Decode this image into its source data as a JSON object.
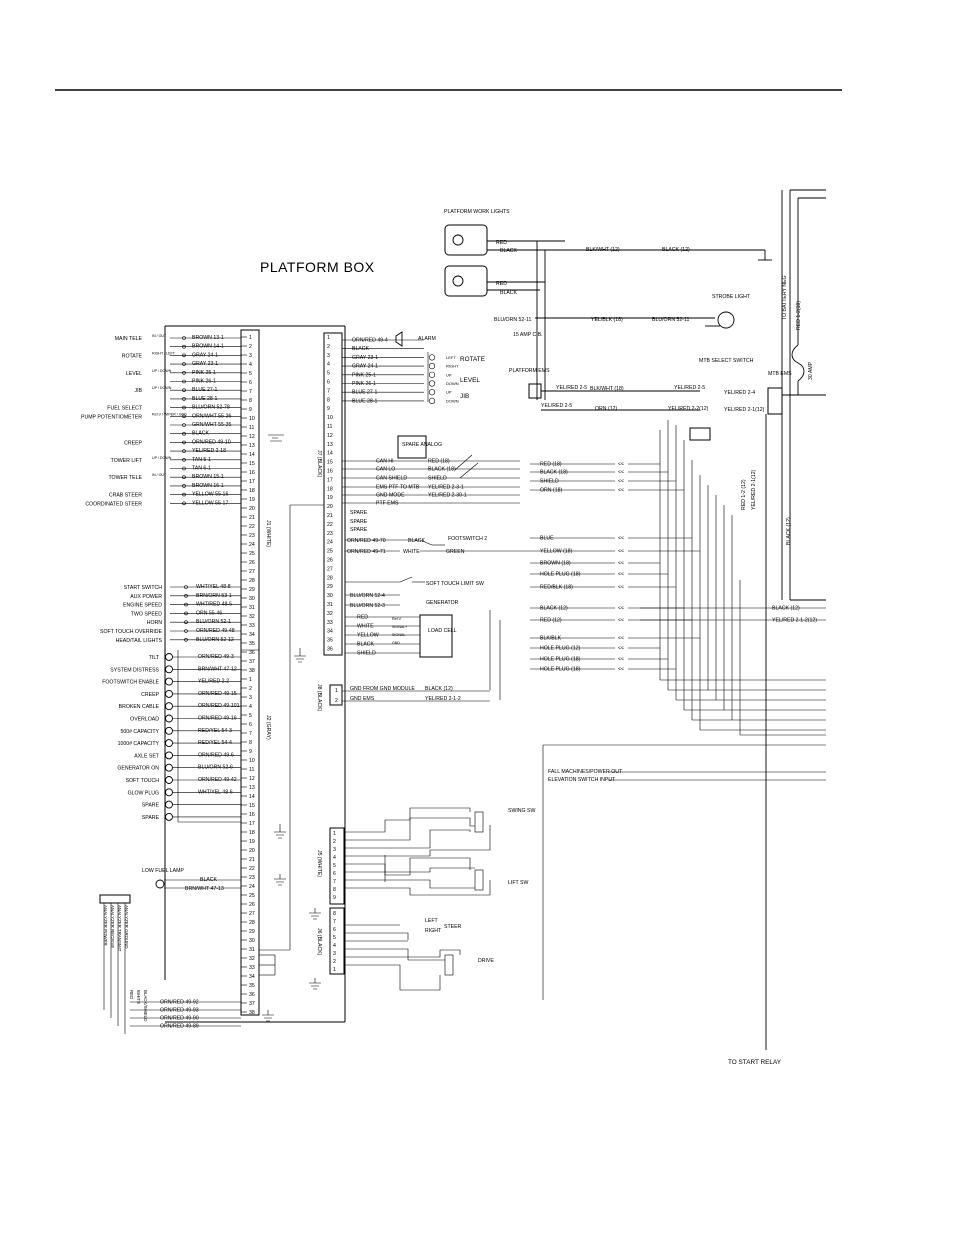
{
  "diagram": {
    "title": "PLATFORM BOX",
    "connectors": {
      "j1": "J1 (WHITE)",
      "j2": "J2 (GRAY)",
      "j7": "J7 (BLACK)",
      "j8": "J8 (BLACK)",
      "j5": "J5 (WHITE)",
      "j6": "J6 (BLACK)"
    },
    "j1_controls": [
      {
        "label": "MAIN TELE",
        "sub": "IN / OUT",
        "wire": "BROWN 13-1"
      },
      {
        "label": "",
        "sub": "",
        "wire": "BROWN 14-1"
      },
      {
        "label": "ROTATE",
        "sub": "RIGHT / LEFT",
        "wire": "GRAY 24-1"
      },
      {
        "label": "",
        "sub": "",
        "wire": "GRAY 23-1"
      },
      {
        "label": "LEVEL",
        "sub": "UP / DOWN",
        "wire": "PINK 25-1"
      },
      {
        "label": "",
        "sub": "",
        "wire": "PINK 26-1"
      },
      {
        "label": "JIB",
        "sub": "UP / DOWN",
        "wire": "BLUE 27-1"
      },
      {
        "label": "",
        "sub": "",
        "wire": "BLUE 28-1"
      },
      {
        "label": "FUEL SELECT",
        "sub": "",
        "wire": "BLU/ORN 52-78"
      },
      {
        "label": "PUMP POTENTIOMETER",
        "sub": "Ref.V / WIPER / GND",
        "wire": "ORN/WHT 55-36"
      },
      {
        "label": "",
        "sub": "",
        "wire": "GRN/WHT 55-35"
      },
      {
        "label": "",
        "sub": "",
        "wire": "BLACK"
      },
      {
        "label": "CREEP",
        "sub": "",
        "wire": "ORN/RED 49-10"
      },
      {
        "label": "",
        "sub": "",
        "wire": "YEL/RED 2-18"
      },
      {
        "label": "TOWER LIFT",
        "sub": "UP / DOWN",
        "wire": "TAN 5-1"
      },
      {
        "label": "",
        "sub": "",
        "wire": "TAN 6-1"
      },
      {
        "label": "TOWER TELE",
        "sub": "IN / OUT",
        "wire": "BROWN 15-1"
      },
      {
        "label": "",
        "sub": "",
        "wire": "BROWN 16-1"
      },
      {
        "label": "CRAB STEER",
        "sub": "",
        "wire": "YELLOW 55-16"
      },
      {
        "label": "COORDINATED STEER",
        "sub": "",
        "wire": "YELLOW 55-17"
      }
    ],
    "j1_lower": [
      {
        "label": "START SWITCH",
        "wire": "WHT/YEL 48-8"
      },
      {
        "label": "AUX POWER",
        "wire": "BRN/ORN 53-1"
      },
      {
        "label": "ENGINE SPEED",
        "wire": "WHT/RED 48-5"
      },
      {
        "label": "TWO SPEED",
        "wire": "ORN 55-46"
      },
      {
        "label": "HORN",
        "wire": "BLU/ORN 52-1"
      },
      {
        "label": "SOFT TOUCH OVERRIDE",
        "wire": "ORN/RED 49-48"
      },
      {
        "label": "HEAD/TAIL LIGHTS",
        "wire": "BLU/ORN 52-12"
      }
    ],
    "j2_lamps": [
      {
        "label": "TILT",
        "wire": "ORN/RED 49-3"
      },
      {
        "label": "SYSTEM DISTRESS",
        "wire": "BRN/WHT 47-12"
      },
      {
        "label": "FOOTSWITCH ENABLE",
        "wire": "YEL/RED 2-2"
      },
      {
        "label": "CREEP",
        "wire": "ORN/RED 49-15"
      },
      {
        "label": "BROKEN CABLE",
        "wire": "ORN/RED 49-101"
      },
      {
        "label": "OVERLOAD",
        "wire": "ORN/RED 49-16"
      },
      {
        "label": "500# CAPACITY",
        "wire": "RED/YEL 54-3"
      },
      {
        "label": "1000# CAPACITY",
        "wire": "RED/YEL 54-4"
      },
      {
        "label": "AXLE SET",
        "wire": "ORN/RED 49-6"
      },
      {
        "label": "GENERATOR ON",
        "wire": "BLU/ORN 52-6"
      },
      {
        "label": "SOFT TOUCH",
        "wire": "ORN/RED 49-42"
      },
      {
        "label": "GLOW PLUG",
        "wire": "WHT/YEL 48-6"
      },
      {
        "label": "SPARE",
        "wire": ""
      },
      {
        "label": "SPARE",
        "wire": ""
      }
    ],
    "j7_left": [
      {
        "wire": "ORN/RED 49-4",
        "to": "ALARM"
      },
      {
        "wire": "BLACK",
        "to": ""
      },
      {
        "wire": "GRAY 23-1",
        "to": "LEFT"
      },
      {
        "wire": "GRAY 24-1",
        "to": "RIGHT"
      },
      {
        "wire": "PINK 25-1",
        "to": "UP"
      },
      {
        "wire": "PINK 26-1",
        "to": "DOWN"
      },
      {
        "wire": "BLUE 27-1",
        "to": "UP"
      },
      {
        "wire": "BLUE 28-1",
        "to": "DOWN"
      }
    ],
    "valve_labels": {
      "rotate": "ROTATE",
      "level": "LEVEL",
      "jib": "JIB",
      "alarm": "ALARM"
    },
    "j7_right": [
      {
        "label": "CAN HI",
        "wire": "RED (18)"
      },
      {
        "label": "CAN LO",
        "wire": "BLACK (18)"
      },
      {
        "label": "CAN SHIELD",
        "wire": "SHIELD"
      },
      {
        "label": "EMS PTF TO MTB",
        "wire": "YEL/RED 2-3-1"
      },
      {
        "label": "GND MODE",
        "wire": "YEL/RED 2-30-1"
      },
      {
        "label": "PTF EMS",
        "wire": ""
      }
    ],
    "spare_analog": "SPARE ANALOG",
    "spare": "SPARE",
    "footswitch": {
      "wire1": "ORN/RED 49-70",
      "wire2": "ORN/RED 49-71",
      "c1": "BLACK",
      "c2": "WHITE",
      "label": "FOOTSWITCH 2",
      "green": "GREEN"
    },
    "soft_touch_limit": "SOFT TOUCH LIMIT SW",
    "generator": {
      "label": "GENERATOR",
      "w1": "BLU/ORN 52-4",
      "w2": "BLU/ORN 52-3"
    },
    "load_cell": {
      "label": "LOAD CELL",
      "wires": [
        "RED",
        "WHITE",
        "YELLOW",
        "BLACK",
        "SHIELD"
      ],
      "sig": [
        "Ref.V",
        "SIGNAL+",
        "SIGNAL-",
        "GND"
      ]
    },
    "j8_rows": [
      {
        "label": "GND FROM GND MODULE",
        "wire": "BLACK (12)"
      },
      {
        "label": "GND EMS",
        "wire": "YEL/RED 2-1-2"
      }
    ],
    "work_lights": {
      "title": "PLATFORM WORK LIGHTS",
      "red": "RED",
      "black": "BLACK",
      "wire1": "BLK/WHT (12)",
      "wire2": "BLACK (12)"
    },
    "strobe": {
      "label": "STROBE LIGHT",
      "wire": "BLU/ORN 52-11",
      "wire2": "YEL/BLK (18)",
      "wire3": "BLU/ORN 52-11"
    },
    "ems": {
      "platform": "PLATFORM EMS",
      "fuse": "15 AMP C.B.",
      "wire": "YEL/RED 2-5",
      "w2": "YEL/RED 2-5",
      "w3": "YEL/RED 2-2(12)",
      "w4": "YEL/RED 2-5"
    },
    "mtb": {
      "select": "MTB SELECT SWITCH",
      "ems": "MTB EMS",
      "wires": [
        "YEL/RED 2-4",
        "YEL/RED 2-1(12)",
        "BLK/WHT (18)",
        "ORN (12)"
      ],
      "amp": "30 AMP",
      "battery": "TO BATTERY NEG",
      "red": "RED 1-2(10)",
      "yel": "YEL/RED 2-1(12)",
      "red2": "RED 1-2 (12)",
      "black": "BLACK (12)"
    },
    "right_harness": [
      {
        "wire": "RED (18)"
      },
      {
        "wire": "BLACK (18)"
      },
      {
        "wire": "SHIELD"
      },
      {
        "wire": "ORN (18)"
      },
      {
        "wire": "BLUE"
      },
      {
        "wire": "YELLOW (18)"
      },
      {
        "wire": "BROWN (18)"
      },
      {
        "wire": "HOLE PLUG (18)"
      },
      {
        "wire": "RED/BLK (18)"
      },
      {
        "wire": "BLACK (12)"
      },
      {
        "wire": "RED (12)"
      },
      {
        "wire": "BLK/BLK"
      },
      {
        "wire": "HOLE PLUG (12)"
      },
      {
        "wire": "HOLE PLUG (18)"
      },
      {
        "wire": "HOLE PLUG (18)"
      }
    ],
    "far_right": [
      {
        "wire": "BLACK (12)"
      },
      {
        "wire": "YEL/RED 2-1-2(12)"
      }
    ],
    "swing": "SWING SW",
    "lift": "LIFT SW",
    "steer": {
      "label": "STEER",
      "left": "LEFT",
      "right": "RIGHT"
    },
    "drive": "DRIVE",
    "low_fuel": {
      "label": "LOW FUEL LAMP",
      "w1": "BLACK",
      "w2": "BRN/WHT 47-13"
    },
    "analyzer": {
      "labels": [
        "ANALYZER POWER",
        "ANALYZER RECEIVE",
        "ANALYZER TRANSMIT",
        "ANALYZER GROUND"
      ],
      "wires": [
        "RED",
        "WHITE",
        "BLACK/SHIELD"
      ],
      "w": [
        "ORN/RED 49-92",
        "ORN/RED 49-93",
        "ORN/RED 49-90",
        "ORN/RED 49-89"
      ]
    },
    "fall": {
      "line1": "FALL MACHINES/POWER OUT",
      "line2": "ELEVATION SWITCH INPUT"
    },
    "start_relay": "TO START RELAY"
  }
}
